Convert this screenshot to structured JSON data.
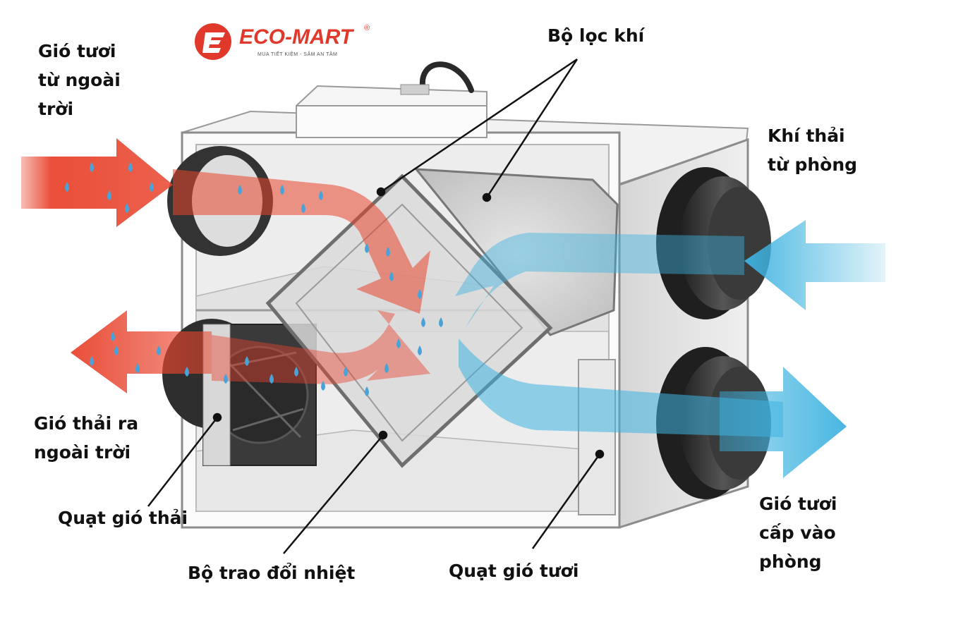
{
  "logo": {
    "brand": "ECO-MART",
    "registered": "®",
    "tagline": "MUA TIẾT KIỆM - SẮM AN TÂM"
  },
  "labels": {
    "fresh_air_outside": [
      "Gió tươi",
      "từ ngoài",
      "trời"
    ],
    "air_filter": [
      "Bộ lọc khí"
    ],
    "exhaust_from_room": [
      "Khí thải",
      "từ phòng"
    ],
    "exhaust_to_outside": [
      "Gió thải ra",
      "ngoài trời"
    ],
    "exhaust_fan": [
      "Quạt gió thải"
    ],
    "heat_exchanger": [
      "Bộ trao đổi nhiệt"
    ],
    "fresh_air_fan": [
      "Quạt gió tươi"
    ],
    "fresh_air_to_room": [
      "Gió tươi",
      "cấp vào",
      "phòng"
    ]
  },
  "colors": {
    "warm_air": "#e8452e",
    "cool_air": "#3fb3e0",
    "water_drop": "#4aa3d8",
    "brand": "#e0392b"
  }
}
